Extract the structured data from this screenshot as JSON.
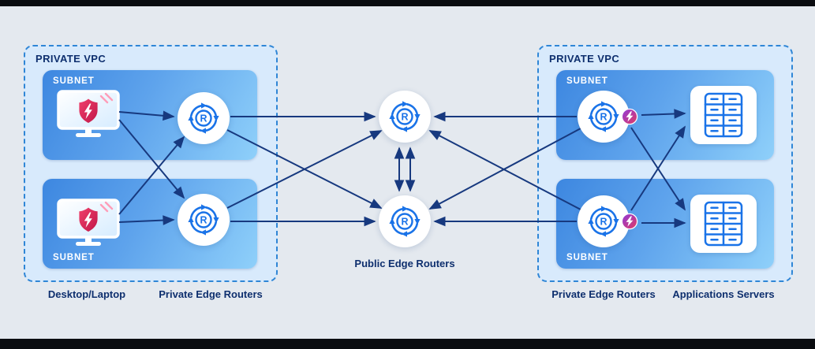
{
  "diagram": {
    "left_vpc": {
      "label": "PRIVATE VPC",
      "subnets": [
        {
          "label": "SUBNET"
        },
        {
          "label": "SUBNET"
        }
      ]
    },
    "right_vpc": {
      "label": "PRIVATE VPC",
      "subnets": [
        {
          "label": "SUBNET"
        },
        {
          "label": "SUBNET"
        }
      ]
    },
    "captions": {
      "desktop_laptop": "Desktop/Laptop",
      "private_edge_left": "Private Edge Routers",
      "public_edge": "Public Edge Routers",
      "private_edge_right": "Private Edge Routers",
      "applications_servers": "Applications Servers"
    },
    "router_letter": "R"
  },
  "colors": {
    "background": "#e4e9ef",
    "frame_bar": "#0a0c10",
    "vpc_fill": "#d8eafc",
    "vpc_border": "#2f86d6",
    "subnet_gradient_start": "#3d87e0",
    "subnet_gradient_end": "#8fd0fa",
    "label_navy": "#0e2f6e",
    "router_blue": "#1a73e8",
    "arrow_navy": "#17397f",
    "shield_red_start": "#f0416c",
    "shield_red_end": "#c01648",
    "badge_purple": "#8e3bdc",
    "badge_pink": "#e23a62"
  },
  "icons": {
    "desktop": "monitor-with-shield-bolt",
    "router": "circular-arrows-R",
    "server": "server-rack",
    "bolt_badge": "lightning-circle"
  }
}
